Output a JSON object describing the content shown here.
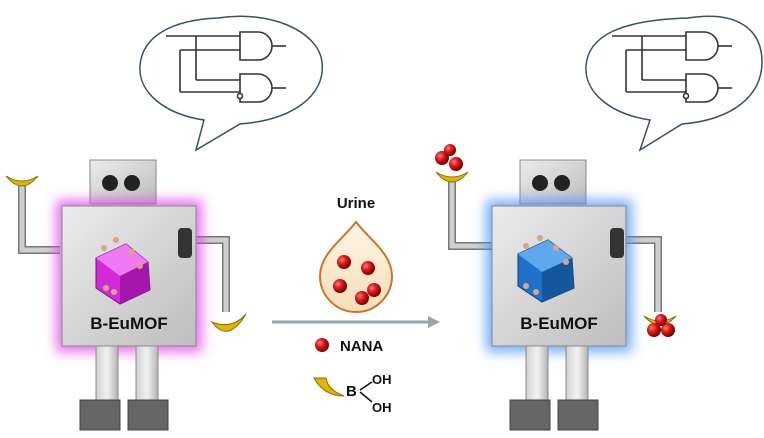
{
  "labels": {
    "left_robot": "B-EuMOF",
    "right_robot": "B-EuMOF",
    "urine": "Urine",
    "nana": "NANA",
    "boronic_b": "B",
    "boronic_oh1": "OH",
    "boronic_oh2": "OH"
  },
  "colors": {
    "left_glow": "#e040e8",
    "right_glow": "#4a90ff",
    "left_crystal": "#d22ad6",
    "right_crystal": "#1e73c8",
    "nana_sphere": "#cc1111",
    "crescent": "#e0b400",
    "robot_body": "#d9d9d9",
    "robot_dark": "#555555"
  },
  "icons": [
    "speech-bubble-logic-gate",
    "crescent-hand-icon",
    "nana-sphere-icon",
    "urine-drop-icon",
    "mof-crystal-icon",
    "arrow-right-icon"
  ]
}
